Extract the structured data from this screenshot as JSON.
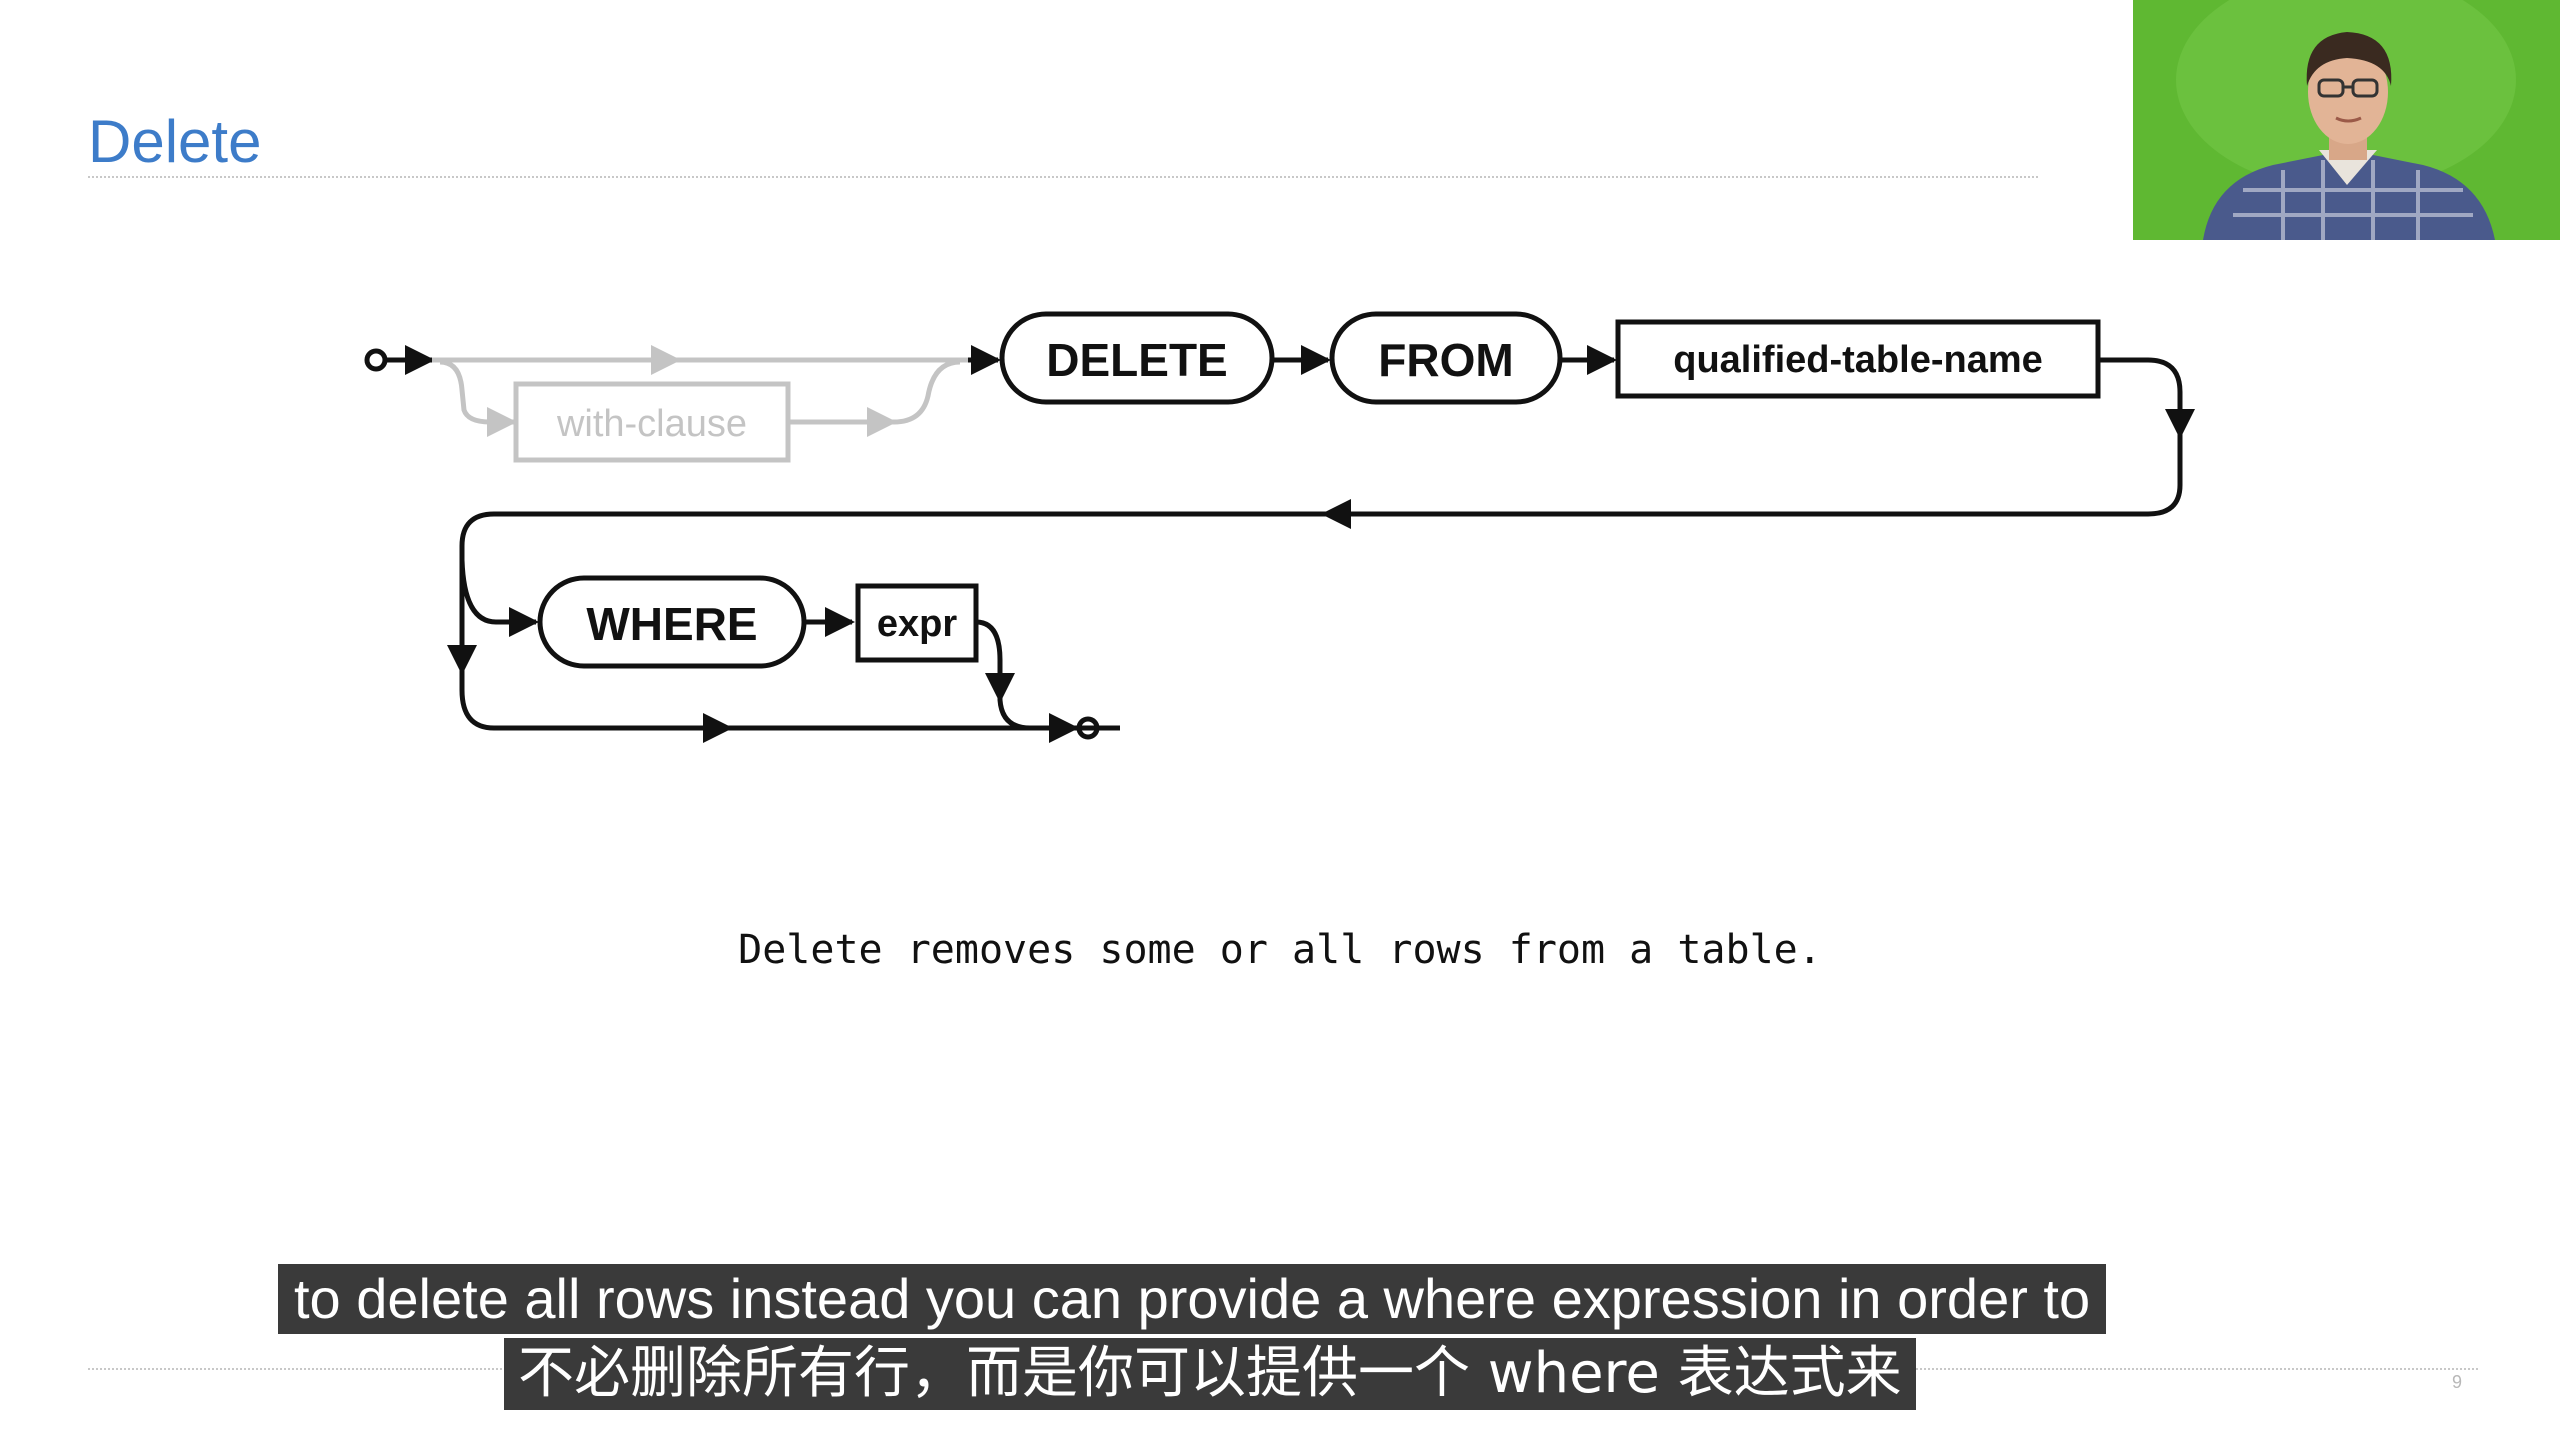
{
  "slide": {
    "title": "Delete",
    "description": "Delete removes some or all rows from a table.",
    "page_number": "9"
  },
  "diagram": {
    "with_clause": "with-clause",
    "delete_keyword": "DELETE",
    "from_keyword": "FROM",
    "table_name": "qualified-table-name",
    "where_keyword": "WHERE",
    "expr": "expr"
  },
  "subtitles": {
    "english": "to delete all rows instead you can provide a where expression in order to",
    "chinese": "不必删除所有行，而是你可以提供一个 where 表达式来"
  },
  "webcam": {
    "background_color": "#5fb832",
    "shirt_color": "#4a5a8c"
  },
  "colors": {
    "title": "#3d7cc9",
    "faded": "#c4c4c4",
    "subtitle_bg": "#3a3a3a"
  }
}
